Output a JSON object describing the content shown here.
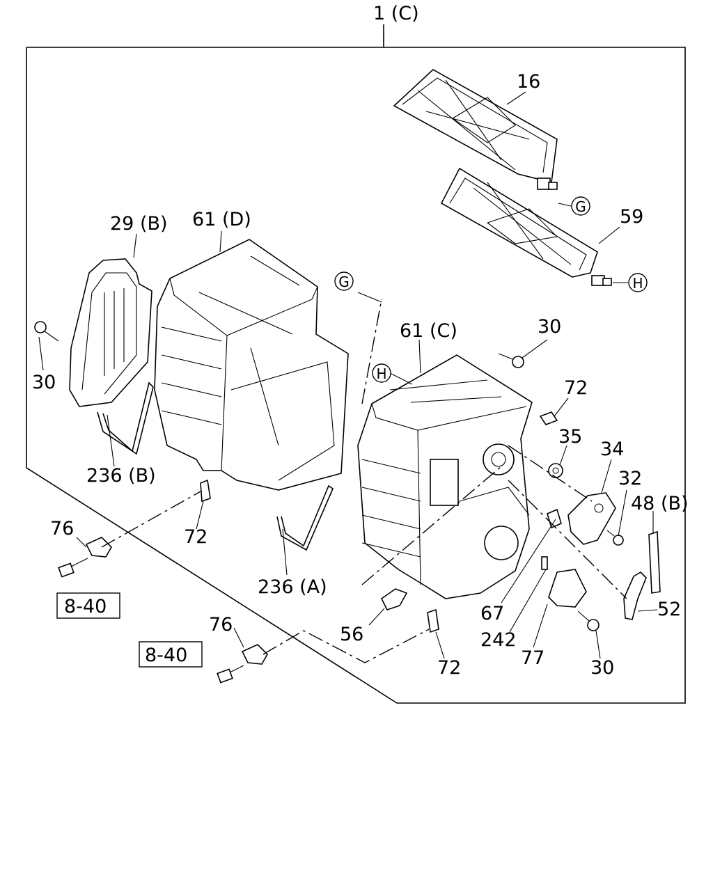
{
  "diagram": {
    "assembly_label": "1 (C)",
    "callouts": {
      "c16": "16",
      "c59": "59",
      "c29b": "29 (B)",
      "c61d": "61 (D)",
      "c30a": "30",
      "c236b": "236 (B)",
      "c76a": "76",
      "c72a": "72",
      "c236a": "236 (A)",
      "c61c": "61 (C)",
      "c30b": "30",
      "c72b": "72",
      "c35": "35",
      "c34": "34",
      "c32": "32",
      "c48b": "48 (B)",
      "c52": "52",
      "c67": "67",
      "c242": "242",
      "c77": "77",
      "c30c": "30",
      "c56": "56",
      "c72c": "72",
      "c76b": "76"
    },
    "refs": {
      "box1": "8-40",
      "box2": "8-40"
    },
    "markers": {
      "g1": "G",
      "h1": "H",
      "g2": "G",
      "h2": "H"
    }
  }
}
